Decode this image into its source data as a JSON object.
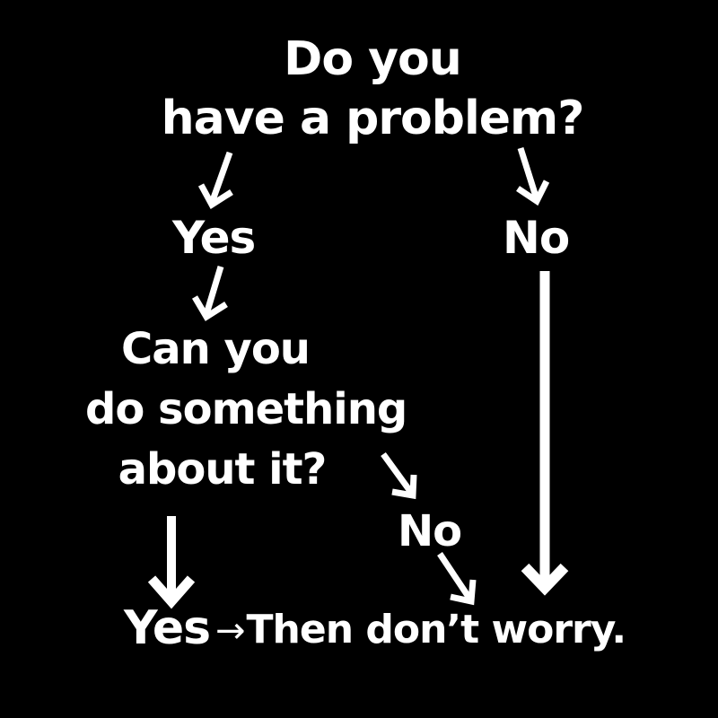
{
  "diagram": {
    "type": "flowchart",
    "background_color": "#000000",
    "text_color": "#ffffff",
    "nodes": {
      "question_1": {
        "lines": [
          "Do you",
          "have a problem?"
        ]
      },
      "answer_yes_1": {
        "label": "Yes"
      },
      "answer_no_1": {
        "label": "No"
      },
      "question_2": {
        "lines": [
          "Can you",
          "do something",
          "about it?"
        ]
      },
      "answer_no_2": {
        "label": "No"
      },
      "answer_yes_2": {
        "label": "Yes"
      },
      "conclusion": {
        "arrow_glyph": "→",
        "label": "Then don’t worry."
      }
    },
    "edges": [
      {
        "from": "question_1",
        "to": "answer_yes_1",
        "icon": "arrow-down-left-icon"
      },
      {
        "from": "question_1",
        "to": "answer_no_1",
        "icon": "arrow-down-right-icon"
      },
      {
        "from": "answer_yes_1",
        "to": "question_2",
        "icon": "arrow-down-left-icon"
      },
      {
        "from": "answer_no_1",
        "to": "conclusion",
        "icon": "arrow-down-long-icon"
      },
      {
        "from": "question_2",
        "to": "answer_no_2",
        "icon": "arrow-down-right-icon"
      },
      {
        "from": "question_2",
        "to": "answer_yes_2",
        "icon": "arrow-down-icon"
      },
      {
        "from": "answer_no_2",
        "to": "conclusion",
        "icon": "arrow-down-right-icon"
      },
      {
        "from": "answer_yes_2",
        "to": "conclusion",
        "icon": "arrow-right-icon"
      }
    ]
  }
}
